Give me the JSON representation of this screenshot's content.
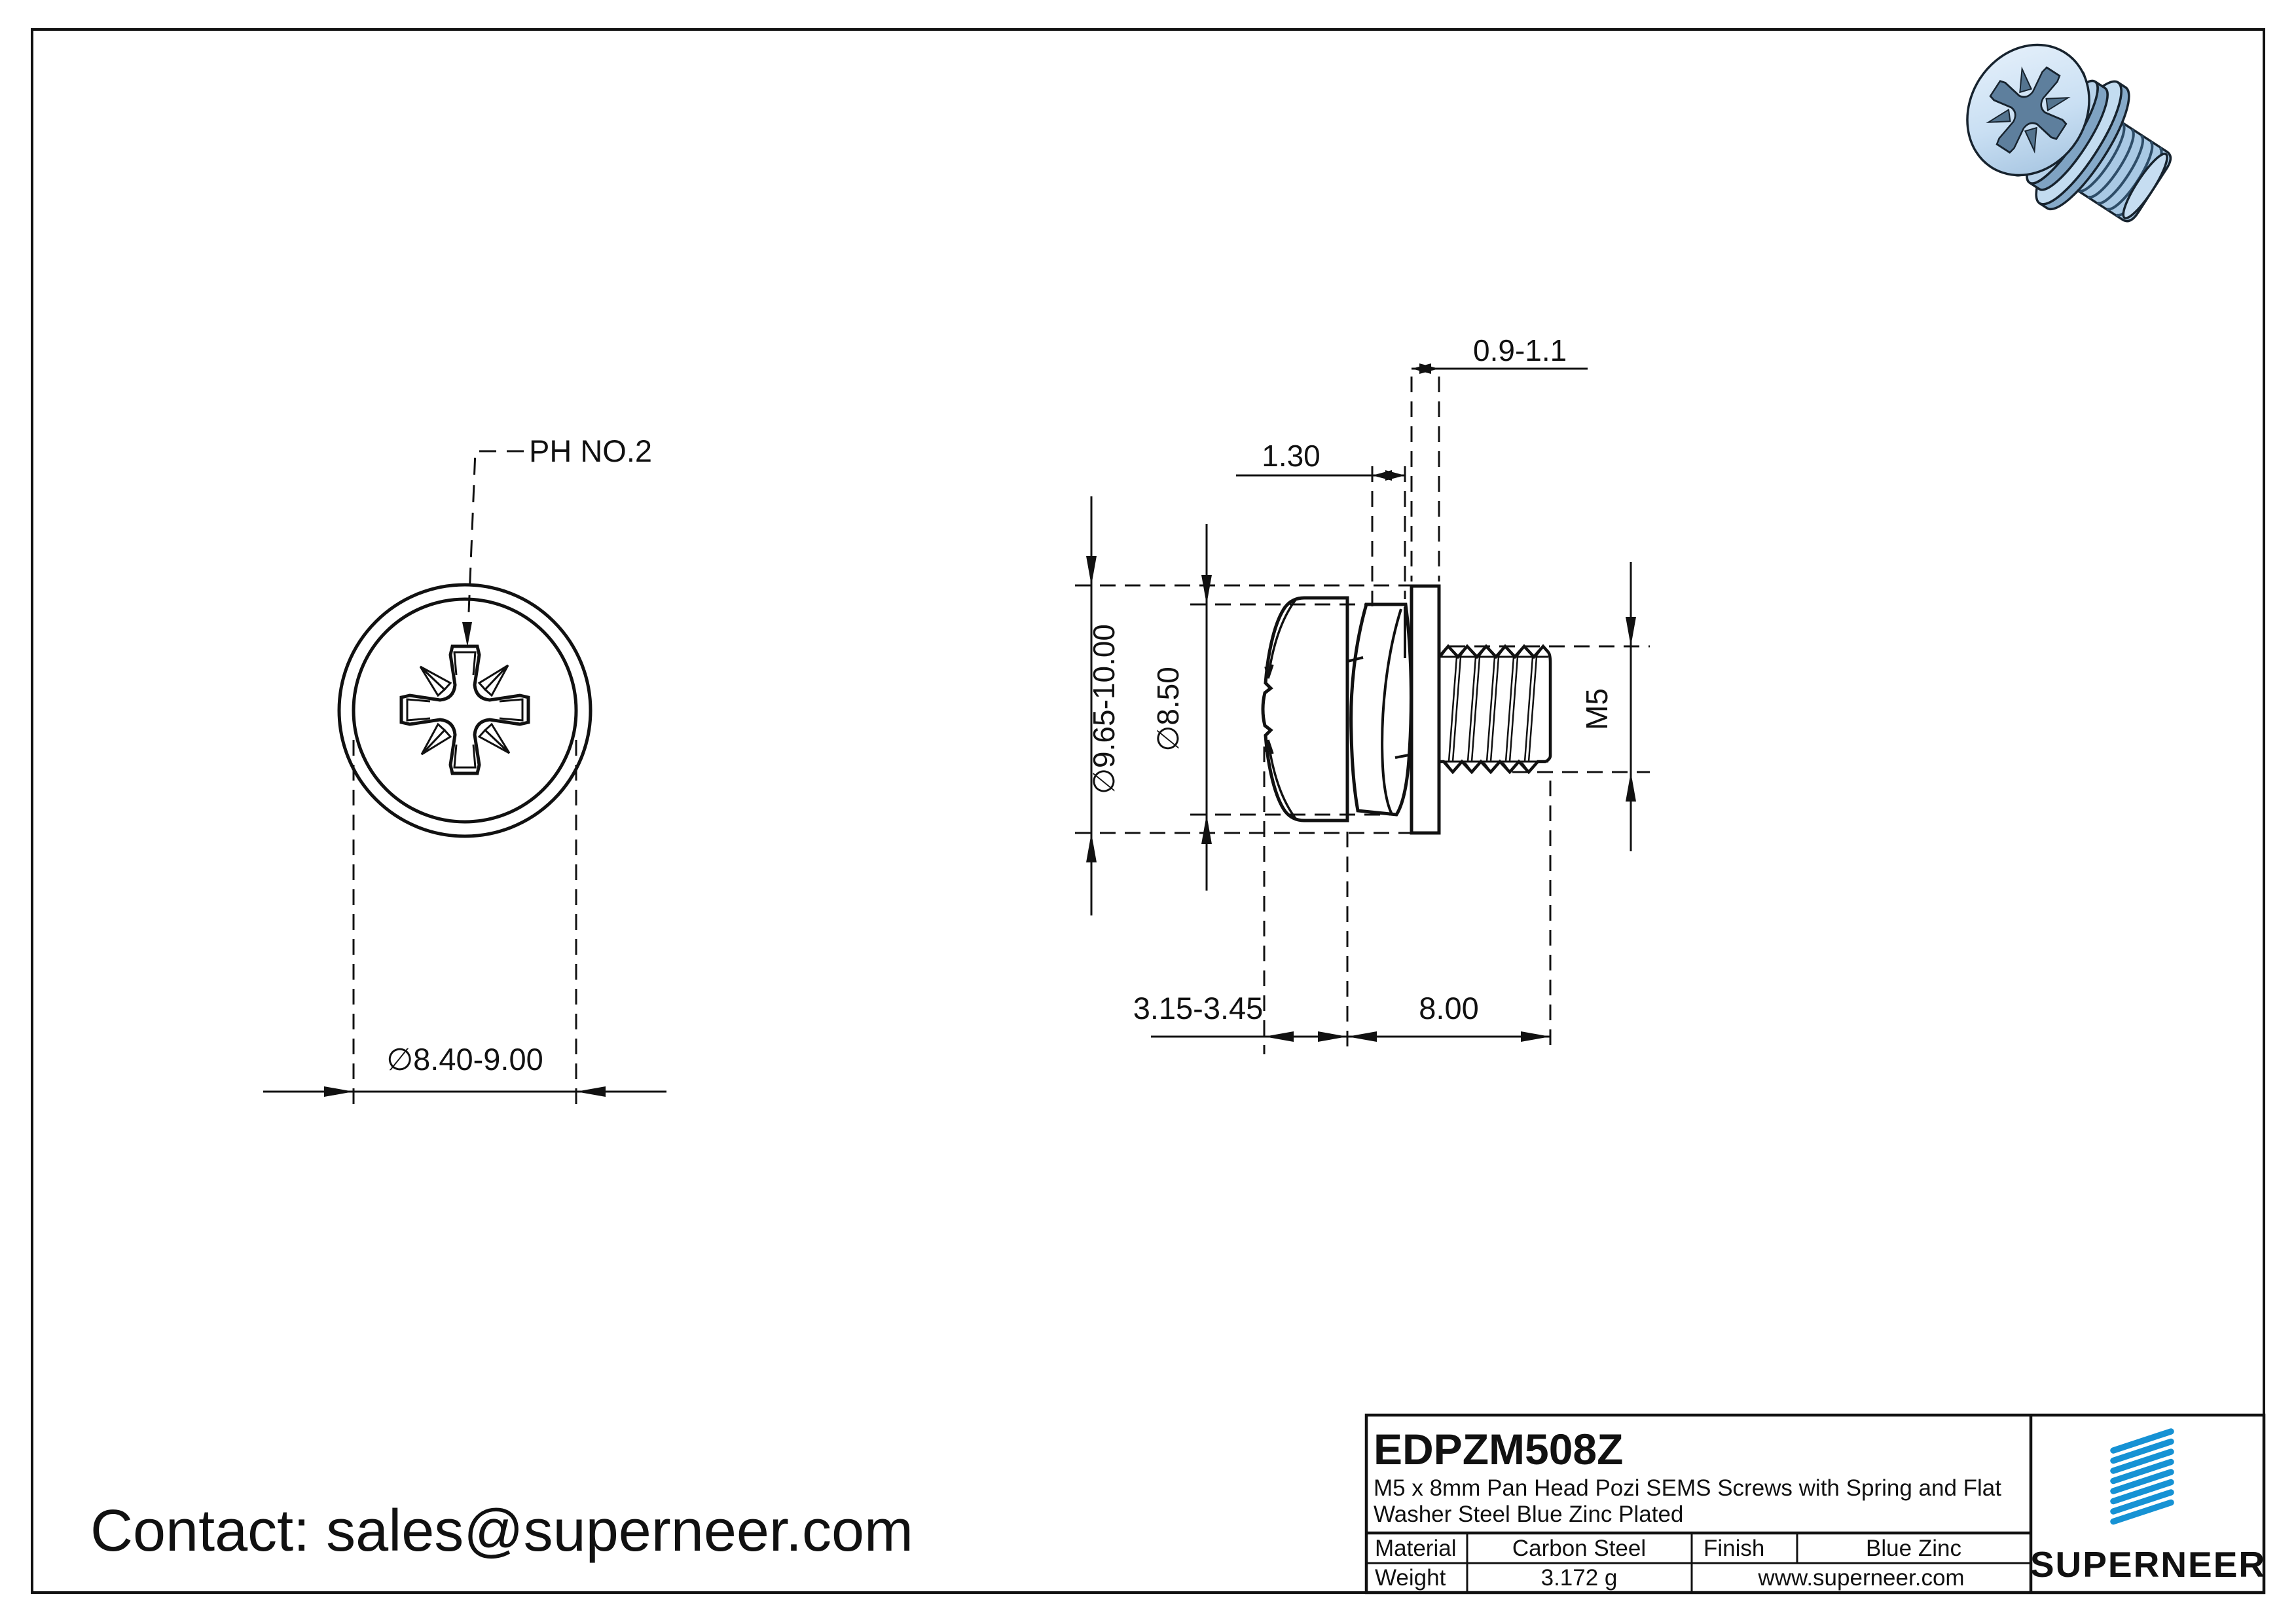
{
  "front_view": {
    "drive_label": "PH NO.2",
    "head_diameter": "∅8.40-9.00"
  },
  "side_view": {
    "flat_washer_thickness": "0.9-1.1",
    "spring_washer_thickness": "1.30",
    "flat_washer_od": "∅9.65-10.00",
    "spring_washer_od": "∅8.50",
    "thread_size": "M5",
    "head_height": "3.15-3.45",
    "thread_length": "8.00"
  },
  "title_block": {
    "part_number": "EDPZM508Z",
    "description_line1": "M5 x 8mm Pan Head Pozi SEMS Screws with Spring and Flat",
    "description_line2": "Washer Steel Blue Zinc Plated",
    "material_label": "Material",
    "material_value": "Carbon Steel",
    "finish_label": "Finish",
    "finish_value": "Blue Zinc",
    "weight_label": "Weight",
    "weight_value": "3.172 g",
    "website": "www.superneer.com",
    "brand": "SUPERNEER"
  },
  "footer": {
    "contact": "Contact: sales@superneer.com"
  },
  "colors": {
    "line": "#111111",
    "brand_blue": "#1692d4",
    "link_blue": "#1a8fd6",
    "steel_light": "#d9e9f8",
    "steel_mid": "#a7c6e2",
    "steel_dark": "#7c9fc0"
  }
}
